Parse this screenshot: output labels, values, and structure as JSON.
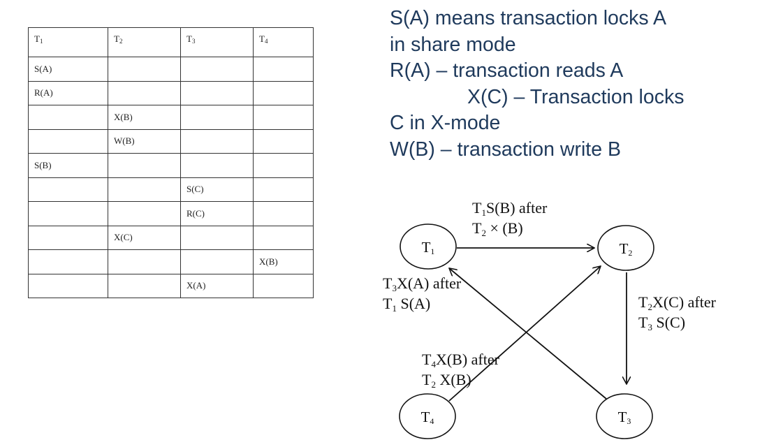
{
  "schedule": {
    "headers": [
      {
        "base": "T",
        "sub": "1"
      },
      {
        "base": "T",
        "sub": "2"
      },
      {
        "base": "T",
        "sub": "3"
      },
      {
        "base": "T",
        "sub": "4"
      }
    ],
    "rows": [
      [
        "S(A)",
        "",
        "",
        ""
      ],
      [
        "R(A)",
        "",
        "",
        ""
      ],
      [
        "",
        "X(B)",
        "",
        ""
      ],
      [
        "",
        "W(B)",
        "",
        ""
      ],
      [
        "S(B)",
        "",
        "",
        ""
      ],
      [
        "",
        "",
        "S(C)",
        ""
      ],
      [
        "",
        "",
        "R(C)",
        ""
      ],
      [
        "",
        "X(C)",
        "",
        ""
      ],
      [
        "",
        "",
        "",
        "X(B)"
      ],
      [
        "",
        "",
        "X(A)",
        ""
      ]
    ]
  },
  "legend": {
    "lines": [
      "S(A) means transaction locks A",
      "in share mode",
      "R(A) – transaction reads A",
      "X(C) – Transaction locks",
      "C in X-mode",
      "W(B) – transaction write B"
    ],
    "color": "#1f3a5c"
  },
  "graph": {
    "nodes": {
      "t1": {
        "base": "T",
        "sub": "1"
      },
      "t2": {
        "base": "T",
        "sub": "2"
      },
      "t3": {
        "base": "T",
        "sub": "3"
      },
      "t4": {
        "base": "T",
        "sub": "4"
      }
    },
    "edges": {
      "t1_t2": {
        "line1_base": "T",
        "line1_sub": "1",
        "line1_rest": "S(B) after",
        "line2_base": "T",
        "line2_sub": "2",
        "line2_rest": " × (B)"
      },
      "t2_t3": {
        "line1_base": "T",
        "line1_sub": "2",
        "line1_rest": "X(C) after",
        "line2_base": "T",
        "line2_sub": "3",
        "line2_rest": " S(C)"
      },
      "t3_t1": {
        "line1_base": "T",
        "line1_sub": "3",
        "line1_rest": "X(A) after",
        "line2_base": "T",
        "line2_sub": "1",
        "line2_rest": " S(A)"
      },
      "t4_t2": {
        "line1_base": "T",
        "line1_sub": "4",
        "line1_rest": "X(B) after",
        "line2_base": "T",
        "line2_sub": "2",
        "line2_rest": " X(B)"
      }
    }
  }
}
